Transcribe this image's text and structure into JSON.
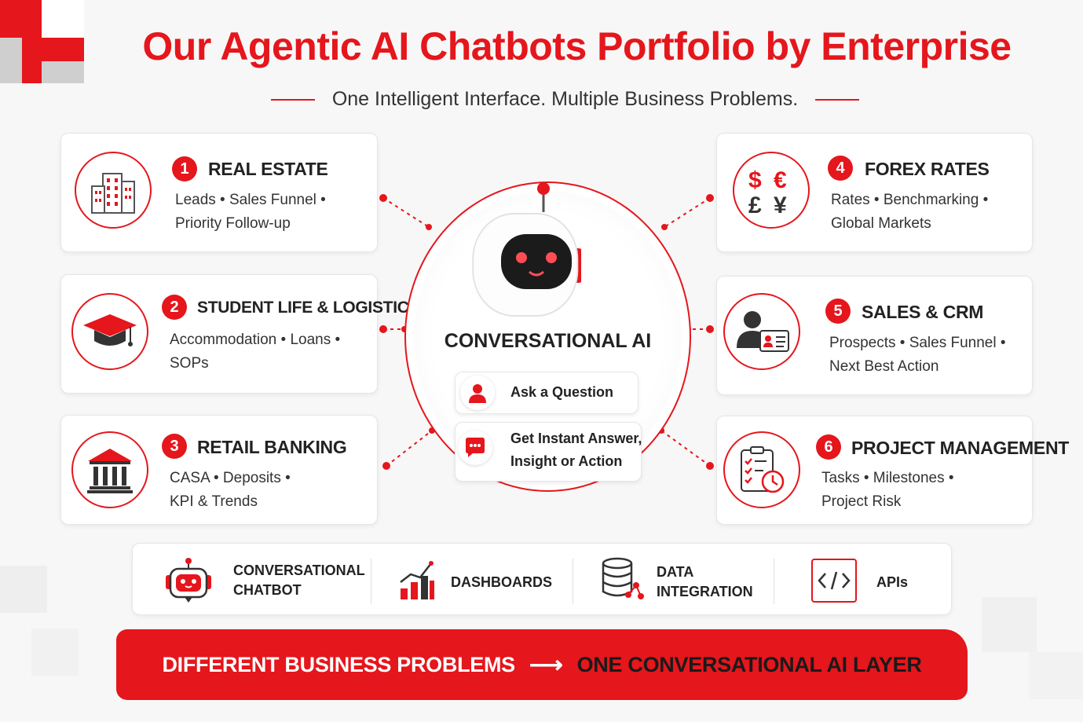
{
  "header": {
    "title": "Our Agentic AI Chatbots Portfolio by Enterprise",
    "subtitle": "One Intelligent Interface. Multiple Business Problems."
  },
  "cards": [
    {
      "number": "1",
      "title": "REAL ESTATE",
      "line1": "Leads • Sales Funnel •",
      "line2": "Priority Follow-up",
      "icon": "building-icon"
    },
    {
      "number": "2",
      "title": "STUDENT LIFE & LOGISTICS",
      "line1": "Accommodation • Loans •",
      "line2": "SOPs",
      "icon": "graduation-cap-icon"
    },
    {
      "number": "3",
      "title": "RETAIL BANKING",
      "line1": "CASA • Deposits •",
      "line2": "KPI & Trends",
      "icon": "bank-icon"
    },
    {
      "number": "4",
      "title": "FOREX RATES",
      "line1": "Rates • Benchmarking •",
      "line2": "Global Markets",
      "icon": "currency-icon"
    },
    {
      "number": "5",
      "title": "SALES & CRM",
      "line1": "Prospects • Sales Funnel •",
      "line2": "Next Best Action",
      "icon": "contact-card-icon"
    },
    {
      "number": "6",
      "title": "PROJECT MANAGEMENT",
      "line1": "Tasks • Milestones •",
      "line2": "Project Risk",
      "icon": "checklist-clock-icon"
    }
  ],
  "center": {
    "title": "CONVERSATIONAL AI",
    "step1": "Ask a Question",
    "step2_line1": "Get Instant Answer,",
    "step2_line2": "Insight or Action"
  },
  "features": {
    "chatbot_line1": "CONVERSATIONAL",
    "chatbot_line2": "CHATBOT",
    "dashboards": "DASHBOARDS",
    "data_line1": "DATA",
    "data_line2": "INTEGRATION",
    "apis": "APIs"
  },
  "banner": {
    "left": "DIFFERENT BUSINESS PROBLEMS",
    "arrow": "⟶",
    "right": "ONE CONVERSATIONAL AI LAYER"
  },
  "colors": {
    "accent": "#e5161c",
    "text": "#222222",
    "background": "#f7f7f7"
  }
}
